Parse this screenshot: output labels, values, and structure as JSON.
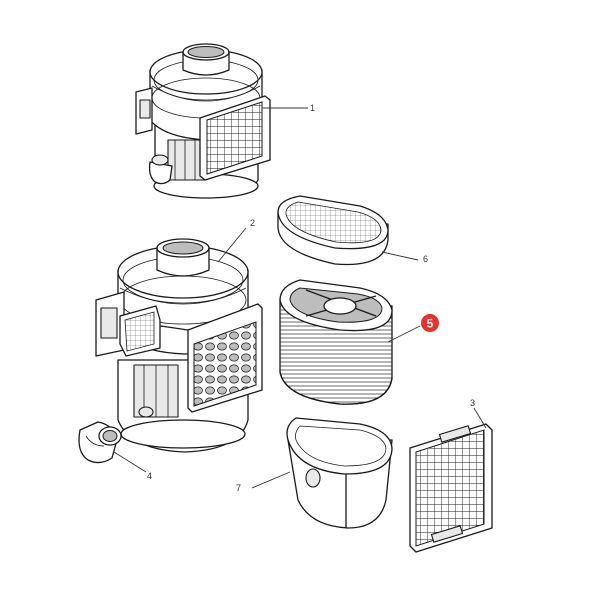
{
  "callouts": {
    "c1": "1",
    "c2": "2",
    "c3": "3",
    "c4": "4",
    "c5": "5",
    "c6": "6",
    "c7": "7"
  },
  "highlight_color": "#e8312b"
}
